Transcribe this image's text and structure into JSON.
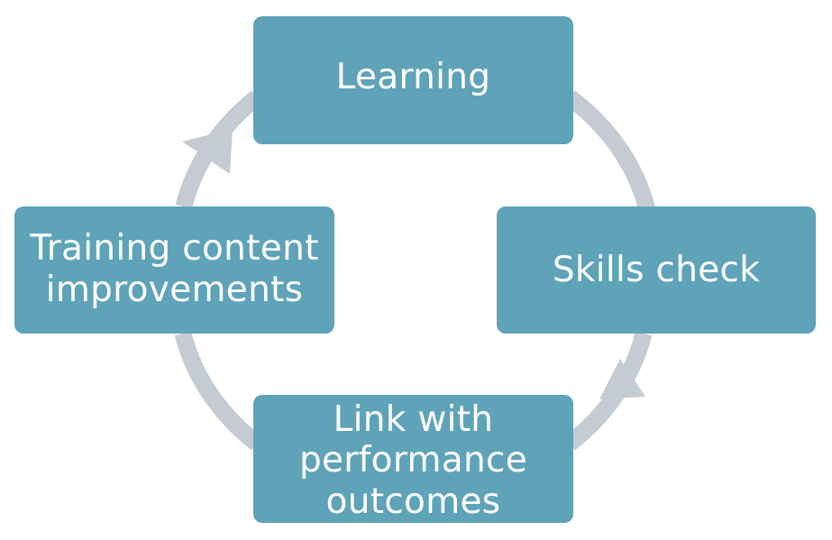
{
  "colors": {
    "box_fill": "#5fa3b9",
    "box_text": "#ffffff",
    "cycle_arrow": "#c4cbd2",
    "background": "#ffffff"
  },
  "cycle": {
    "direction": "clockwise",
    "steps": [
      {
        "label": "Learning"
      },
      {
        "label": "Skills check"
      },
      {
        "label": "Link with\nperformance\noutcomes"
      },
      {
        "label": "Training content\nimprovements"
      }
    ]
  }
}
